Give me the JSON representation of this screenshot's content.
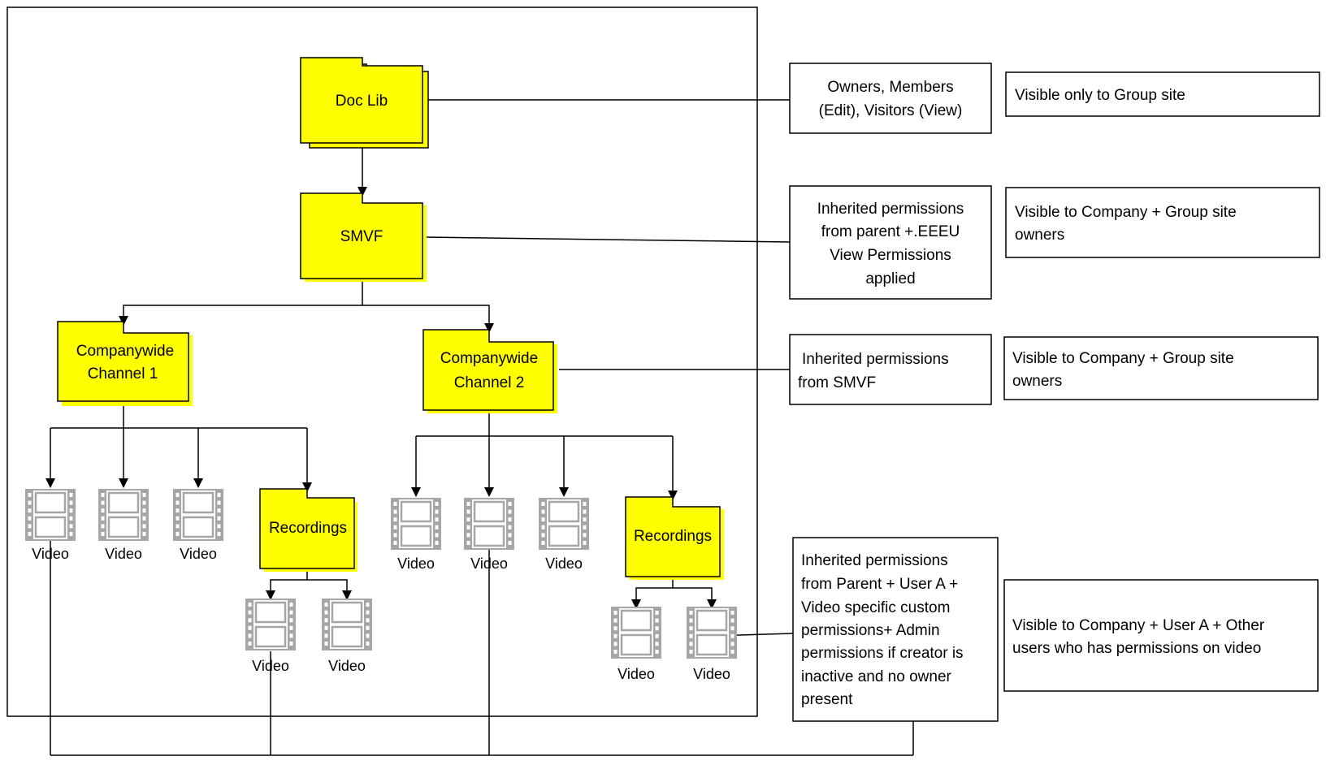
{
  "folders": {
    "doc_lib": "Doc Lib",
    "smvf": "SMVF",
    "channel1": [
      "Companywide",
      "Channel 1"
    ],
    "channel2": [
      "Companywide",
      "Channel 2"
    ],
    "recordings1": "Recordings",
    "recordings2": "Recordings"
  },
  "video_label": "Video",
  "permission_boxes": [
    [
      "Owners, Members",
      "(Edit), Visitors (View)"
    ],
    [
      "Inherited permissions",
      "from parent +.EEEU",
      "View Permissions",
      "applied"
    ],
    [
      "Inherited permissions",
      "from SMVF"
    ],
    [
      "Inherited permissions",
      "from Parent + User A +",
      "Video specific custom",
      "permissions+ Admin",
      "permissions if creator is",
      "inactive and no owner",
      "present"
    ]
  ],
  "visibility_boxes": [
    [
      "Visible only to Group site"
    ],
    [
      "Visible to Company + Group site",
      "owners"
    ],
    [
      "Visible to Company + Group site",
      "owners"
    ],
    [
      "Visible to Company + User A + Other",
      "users who has permissions on video"
    ]
  ],
  "colors": {
    "folder_fill": "#FFFF00",
    "folder_shadow": "#FFFF00",
    "stroke": "#000000",
    "film_gray": "#A6A6A6"
  }
}
